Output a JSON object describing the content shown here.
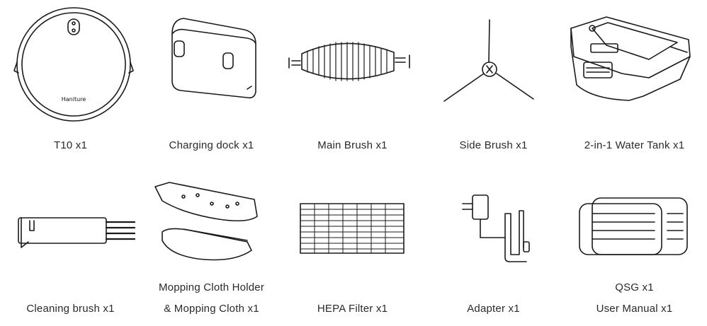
{
  "items": [
    {
      "label": "T10 x1",
      "brand": "Haniture",
      "icon": "robot-vacuum-icon"
    },
    {
      "label": "Charging dock x1",
      "icon": "charging-dock-icon"
    },
    {
      "label": "Main Brush x1",
      "icon": "main-brush-icon"
    },
    {
      "label": "Side Brush x1",
      "icon": "side-brush-icon"
    },
    {
      "label": "2-in-1 Water Tank x1",
      "icon": "water-tank-icon"
    },
    {
      "label": "Cleaning brush x1",
      "icon": "cleaning-brush-icon"
    },
    {
      "label_line1": "Mopping Cloth Holder",
      "label_line2": "& Mopping Cloth x1",
      "icon": "mopping-cloth-holder-icon"
    },
    {
      "label": "HEPA Filter x1",
      "icon": "hepa-filter-icon"
    },
    {
      "label": "Adapter x1",
      "icon": "adapter-icon"
    },
    {
      "label_line1": "QSG x1",
      "label_line2": "User Manual x1",
      "icon": "user-manual-icon"
    }
  ]
}
